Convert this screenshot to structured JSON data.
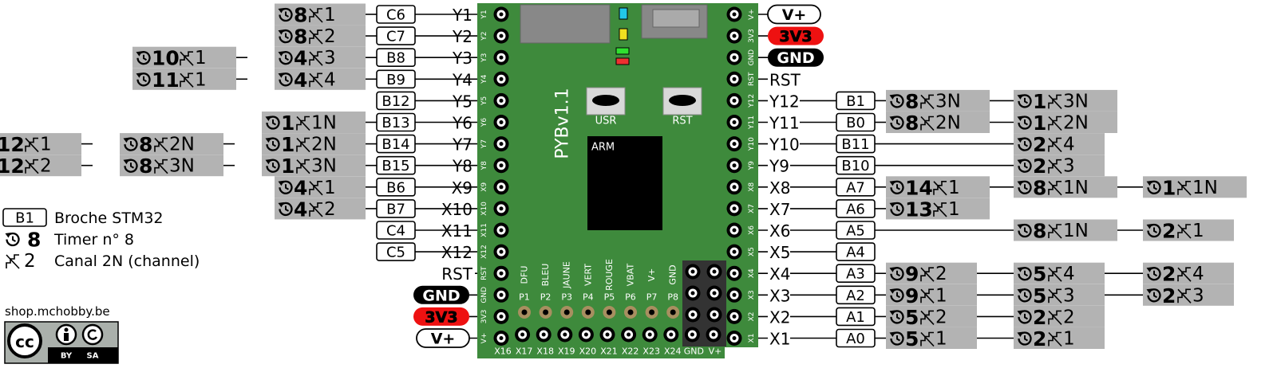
{
  "board": {
    "name": "PYBv1.1",
    "chip": "ARM",
    "buttons": [
      "USR",
      "RST"
    ],
    "header_labels": [
      "DFU",
      "BLEU",
      "JAUNE",
      "VERT",
      "ROUGE",
      "VBAT",
      "V+",
      "GND"
    ],
    "p_pins": [
      "P1",
      "P2",
      "P3",
      "P4",
      "P5",
      "P6",
      "P7",
      "P8"
    ],
    "bottom_pins": [
      "X16",
      "X17",
      "X18",
      "X19",
      "X20",
      "X21",
      "X22",
      "X23",
      "X24",
      "GND",
      "V+"
    ],
    "left_silk": [
      "Y1",
      "Y2",
      "Y3",
      "Y4",
      "Y5",
      "Y6",
      "Y7",
      "Y8",
      "X9",
      "X10",
      "X11",
      "X12",
      "RST",
      "GND",
      "3V3",
      "V+"
    ],
    "right_silk": [
      "V+",
      "3V3",
      "GND",
      "RST",
      "Y12",
      "Y11",
      "Y10",
      "Y9",
      "X8",
      "X7",
      "X6",
      "X5",
      "X4",
      "X3",
      "X2",
      "X1"
    ]
  },
  "left_pins": [
    {
      "name": "Y1",
      "mcu": "C6",
      "funcs": [
        [
          {
            "timer": "8",
            "channel": "1"
          }
        ]
      ]
    },
    {
      "name": "Y2",
      "mcu": "C7",
      "funcs": [
        [
          {
            "timer": "8",
            "channel": "2"
          }
        ]
      ]
    },
    {
      "name": "Y3",
      "mcu": "B8",
      "funcs": [
        [
          {
            "timer": "4",
            "channel": "3"
          }
        ],
        [
          {
            "timer": "10",
            "channel": "1"
          }
        ]
      ]
    },
    {
      "name": "Y4",
      "mcu": "B9",
      "funcs": [
        [
          {
            "timer": "4",
            "channel": "4"
          }
        ],
        [
          {
            "timer": "11",
            "channel": "1"
          }
        ]
      ]
    },
    {
      "name": "Y5",
      "mcu": "B12",
      "funcs": []
    },
    {
      "name": "Y6",
      "mcu": "B13",
      "funcs": [
        [
          {
            "timer": "1",
            "channel": "1N"
          }
        ]
      ]
    },
    {
      "name": "Y7",
      "mcu": "B14",
      "funcs": [
        [
          {
            "timer": "1",
            "channel": "2N"
          }
        ],
        [
          {
            "timer": "8",
            "channel": "2N"
          }
        ],
        [
          {
            "timer": "12",
            "channel": "1"
          }
        ]
      ]
    },
    {
      "name": "Y8",
      "mcu": "B15",
      "funcs": [
        [
          {
            "timer": "1",
            "channel": "3N"
          }
        ],
        [
          {
            "timer": "8",
            "channel": "3N"
          }
        ],
        [
          {
            "timer": "12",
            "channel": "2"
          }
        ]
      ]
    },
    {
      "name": "X9",
      "mcu": "B6",
      "funcs": [
        [
          {
            "timer": "4",
            "channel": "1"
          }
        ]
      ]
    },
    {
      "name": "X10",
      "mcu": "B7",
      "funcs": [
        [
          {
            "timer": "4",
            "channel": "2"
          }
        ]
      ]
    },
    {
      "name": "X11",
      "mcu": "C4",
      "funcs": []
    },
    {
      "name": "X12",
      "mcu": "C5",
      "funcs": []
    },
    {
      "name": "RST",
      "mcu": "",
      "funcs": []
    },
    {
      "name": "GND",
      "mcu": "",
      "badge": "gnd",
      "funcs": []
    },
    {
      "name": "3V3",
      "mcu": "",
      "badge": "red",
      "funcs": []
    },
    {
      "name": "V+",
      "mcu": "",
      "badge": "white",
      "funcs": []
    }
  ],
  "right_pins": [
    {
      "name": "V+",
      "mcu": "",
      "badge": "white",
      "funcs": []
    },
    {
      "name": "3V3",
      "mcu": "",
      "badge": "red",
      "funcs": []
    },
    {
      "name": "GND",
      "mcu": "",
      "badge": "gnd",
      "funcs": []
    },
    {
      "name": "RST",
      "mcu": "",
      "funcs": []
    },
    {
      "name": "Y12",
      "mcu": "B1",
      "funcs": [
        [
          {
            "timer": "8",
            "channel": "3N"
          }
        ],
        [
          {
            "timer": "1",
            "channel": "3N"
          }
        ]
      ]
    },
    {
      "name": "Y11",
      "mcu": "B0",
      "funcs": [
        [
          {
            "timer": "8",
            "channel": "2N"
          }
        ],
        [
          {
            "timer": "1",
            "channel": "2N"
          }
        ]
      ]
    },
    {
      "name": "Y10",
      "mcu": "B11",
      "funcs": [
        [],
        [
          {
            "timer": "2",
            "channel": "4"
          }
        ]
      ]
    },
    {
      "name": "Y9",
      "mcu": "B10",
      "funcs": [
        [],
        [
          {
            "timer": "2",
            "channel": "3"
          }
        ]
      ]
    },
    {
      "name": "X8",
      "mcu": "A7",
      "funcs": [
        [
          {
            "timer": "14",
            "channel": "1"
          }
        ],
        [
          {
            "timer": "8",
            "channel": "1N"
          }
        ],
        [
          {
            "timer": "1",
            "channel": "1N"
          }
        ]
      ]
    },
    {
      "name": "X7",
      "mcu": "A6",
      "funcs": [
        [
          {
            "timer": "13",
            "channel": "1"
          }
        ]
      ]
    },
    {
      "name": "X6",
      "mcu": "A5",
      "funcs": [
        [],
        [
          {
            "timer": "8",
            "channel": "1N"
          }
        ],
        [
          {
            "timer": "2",
            "channel": "1"
          }
        ]
      ]
    },
    {
      "name": "X5",
      "mcu": "A4",
      "funcs": []
    },
    {
      "name": "X4",
      "mcu": "A3",
      "funcs": [
        [
          {
            "timer": "9",
            "channel": "2"
          }
        ],
        [
          {
            "timer": "5",
            "channel": "4"
          }
        ],
        [
          {
            "timer": "2",
            "channel": "4"
          }
        ]
      ]
    },
    {
      "name": "X3",
      "mcu": "A2",
      "funcs": [
        [
          {
            "timer": "9",
            "channel": "1"
          }
        ],
        [
          {
            "timer": "5",
            "channel": "3"
          }
        ],
        [
          {
            "timer": "2",
            "channel": "3"
          }
        ]
      ]
    },
    {
      "name": "X2",
      "mcu": "A1",
      "funcs": [
        [
          {
            "timer": "5",
            "channel": "2"
          }
        ],
        [
          {
            "timer": "2",
            "channel": "2"
          }
        ]
      ]
    },
    {
      "name": "X1",
      "mcu": "A0",
      "funcs": [
        [
          {
            "timer": "5",
            "channel": "1"
          }
        ],
        [
          {
            "timer": "2",
            "channel": "1"
          }
        ]
      ]
    }
  ],
  "legend": [
    {
      "symbol": "B1",
      "kind": "mcu",
      "text": "Broche STM32"
    },
    {
      "symbol": "8",
      "kind": "timer",
      "text": "Timer n° 8"
    },
    {
      "symbol": "2",
      "kind": "channel",
      "text": "Canal 2N (channel)"
    }
  ],
  "credit": {
    "site": "shop.mchobby.be",
    "license": [
      "BY",
      "SA"
    ]
  },
  "colors": {
    "board": "#3e8a3c",
    "grey_box": "#b3b3b3",
    "red_badge": "#ee1111",
    "black_badge": "#000000",
    "chip": "#000000",
    "led_blue": "#22c8e8",
    "led_yellow": "#f0e020",
    "led_green": "#30e030",
    "led_red": "#ee3030",
    "pad": "#a88f60"
  },
  "icons": {
    "timer": "clock-arrow-icon",
    "channel": "pwm-wave-icon",
    "license": "creative-commons-icon"
  }
}
